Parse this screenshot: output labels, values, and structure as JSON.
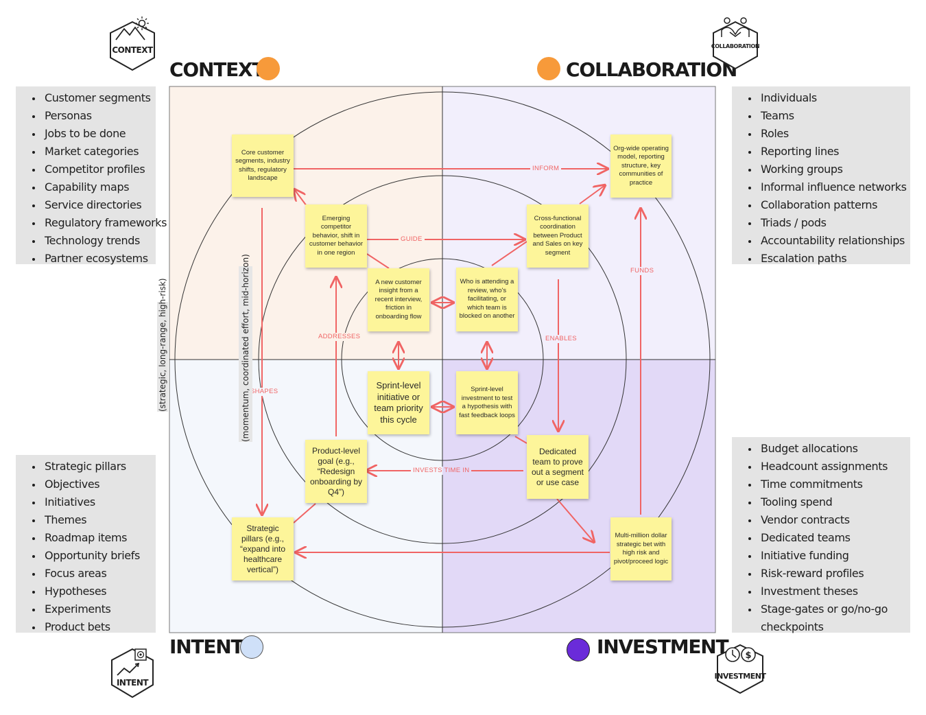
{
  "colors": {
    "context_dot": "#f79a3a",
    "collaboration_dot": "#f79a3a",
    "intent_dot": "#cfe0f8",
    "investment_dot": "#6a2bd9",
    "arrow": "#f06464",
    "note": "#fdf59a"
  },
  "quadrants": {
    "context": {
      "title": "CONTEXT",
      "badge": "CONTEXT",
      "icon": "mountain-sun-icon"
    },
    "collaboration": {
      "title": "COLLABORATION",
      "badge": "COLLABORATION",
      "icon": "people-handshake-icon"
    },
    "intent": {
      "title": "INTENT",
      "badge": "INTENT",
      "icon": "target-trend-icon"
    },
    "investment": {
      "title": "INVESTMENT",
      "badge": "INVESTMENT",
      "icon": "clock-dollar-icon"
    }
  },
  "lists": {
    "context": [
      "Customer segments",
      "Personas",
      "Jobs to be done",
      "Market categories",
      "Competitor profiles",
      "Capability maps",
      "Service directories",
      "Regulatory frameworks",
      "Technology trends",
      "Partner ecosystems"
    ],
    "collaboration": [
      "Individuals",
      "Teams",
      "Roles",
      "Reporting lines",
      "Working groups",
      "Informal influence networks",
      "Collaboration patterns",
      "Triads / pods",
      "Accountability relationships",
      "Escalation paths"
    ],
    "intent": [
      "Strategic pillars",
      "Objectives",
      "Initiatives",
      "Themes",
      "Roadmap items",
      "Opportunity briefs",
      "Focus areas",
      "Hypotheses",
      "Experiments",
      "Product bets"
    ],
    "investment": [
      "Budget allocations",
      "Headcount assignments",
      "Time commitments",
      "Tooling spend",
      "Vendor contracts",
      "Dedicated teams",
      "Initiative funding",
      "Risk-reward profiles",
      "Investment theses",
      "Stage-gates or go/no-go checkpoints"
    ]
  },
  "axis_labels": {
    "outer": "(strategic, long-range, high-risk)",
    "middle": "(momentum, coordinated effort, mid-horizon)"
  },
  "notes": {
    "core_customer": "Core customer segments, industry shifts, regulatory landscape",
    "emerging_competitor": "Emerging competitor behavior, shift in customer behavior in one region",
    "new_customer_insight": "A new customer insight from a recent interview, friction in onboarding flow",
    "org_wide": "Org-wide operating model, reporting structure, key communities of practice",
    "cross_functional": "Cross-functional coordination between Product and Sales on key segment",
    "who_attending": "Who is attending a review, who's facilitating, or which team is blocked on another",
    "sprint_initiative": "Sprint-level initiative or team priority this cycle",
    "product_goal": "Product-level goal (e.g., “Redesign onboarding by Q4”)",
    "strategic_pillars": "Strategic pillars (e.g., “expand into healthcare vertical”)",
    "sprint_investment": "Sprint-level investment to test a hypothesis with fast feedback loops",
    "dedicated_team": "Dedicated team  to prove out a segment or use case",
    "multi_million": "Multi-million dollar strategic bet with high risk and pivot/proceed logic"
  },
  "edge_labels": {
    "inform": "INFORM",
    "guide": "GUIDE",
    "funds": "FUNDS",
    "enables": "ENABLES",
    "addresses": "ADDRESSES",
    "shapes": "SHAPES",
    "invests_time_in": "INVESTS TIME IN"
  }
}
